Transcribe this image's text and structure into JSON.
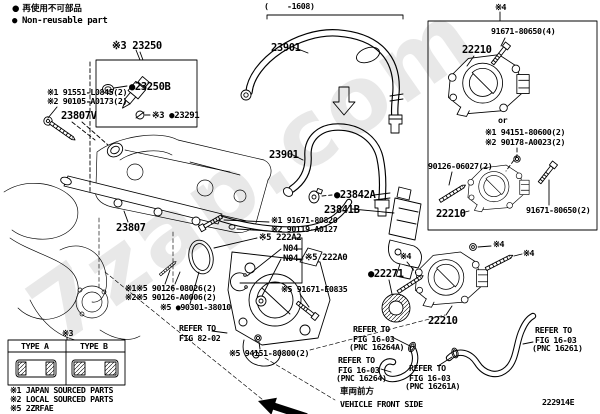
{
  "notes": {
    "jp": "● 再使用不可部品",
    "en": "● Non-reusable part"
  },
  "watermark": "7zap.com",
  "code": "222914E",
  "front": {
    "jp": "車両前方",
    "en": "VEHICLE FRONT SIDE"
  },
  "injector": {
    "assy": "※3 23250",
    "oring": "●23250B",
    "seal": "※3 ●23291"
  },
  "left": {
    "bolt1": "※1 91551-L0845(2)",
    "bolt2": "※2 90105-A0173(2)",
    "cap": "23807V",
    "pipe": "23807"
  },
  "hose": {
    "range": "(    -1608)",
    "h1": "23901",
    "h2": "23901",
    "clamp": "●23842A",
    "damper": "23841B"
  },
  "pump": {
    "bolt1": "※1 91671-80820",
    "bolt2": "※2 90119-A0127",
    "ins1": "※5 222A2",
    "n04a": "N04",
    "n04b": "N04",
    "ins2": "※5 222A0",
    "union": "※5 91671-E0835",
    "oring": "※5 ●90301-38010",
    "stud1": "※1※5 90126-08026(2)",
    "stud2": "※2※5 90126-A0006(2)",
    "nut": "※5 94151-80800(2)",
    "refer": "REFER TO\nFIG 82-02"
  },
  "throttle": {
    "marker": "※4",
    "bolt4": "91671-80650(4)",
    "body1": "22210",
    "or": "or",
    "nut1": "※1 94151-80600(2)",
    "nut2": "※2 90178-A0023(2)",
    "stud": "90126-06027(2)",
    "body2": "22210",
    "bolt2": "91671-80650(2)",
    "m4a": "※4",
    "m4b": "※4",
    "m4c": "※4",
    "body3": "22210",
    "gasket": "●22271"
  },
  "refs": {
    "r1": "REFER TO\nFIG 16-03",
    "r1p": "(PNC 16264A)",
    "r2": "REFER TO\nFIG 16-03",
    "r2p": "(PNC 16264)",
    "r3": "REFER TO\nFIG 16-03",
    "r3p": "(PNC 16261)",
    "r4": "REFER TO\nFIG 16-03",
    "r4p": "(PNC 16261A)"
  },
  "table": {
    "marker": "※3",
    "a": "TYPE A",
    "b": "TYPE B"
  },
  "footnotes": [
    "※1 JAPAN SOURCED PARTS",
    "※2 LOCAL SOURCED PARTS",
    "※5 2ZRFAE"
  ]
}
